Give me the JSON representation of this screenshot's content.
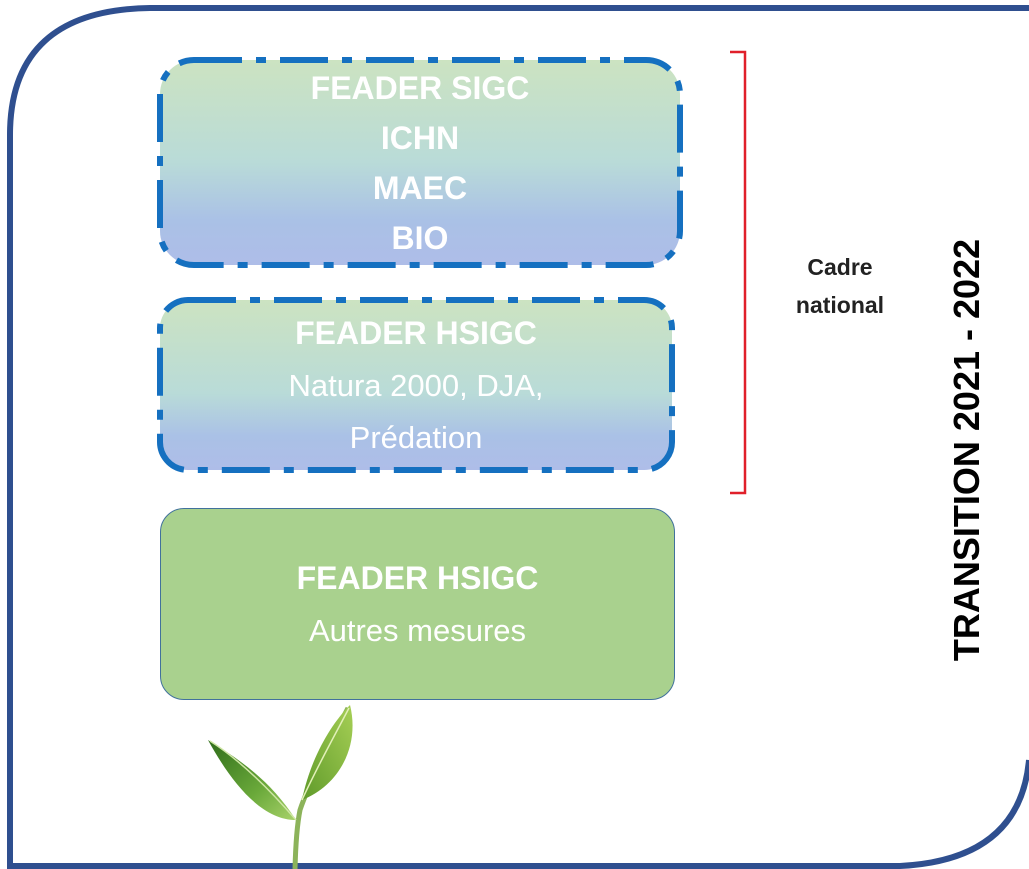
{
  "boxes": [
    {
      "name": "sigc",
      "lines": [
        "FEADER SIGC",
        "ICHN",
        "MAEC",
        "BIO"
      ]
    },
    {
      "name": "hsigc-national",
      "title": "FEADER HSIGC",
      "lines": [
        "Natura 2000, DJA,",
        "Prédation"
      ]
    },
    {
      "name": "hsigc-other",
      "title": "FEADER HSIGC",
      "lines": [
        "Autres mesures"
      ]
    }
  ],
  "bracket_label": [
    "Cadre",
    "national"
  ],
  "side_label": "TRANSITION 2021 - 2022",
  "colors": {
    "frame": "#2f4f8f",
    "dash_border": "#1570c0",
    "bracket": "#e0202a",
    "green_box": "#a9d18e",
    "text_white": "#ffffff"
  },
  "icons": [
    "leaf-sprout-icon"
  ]
}
